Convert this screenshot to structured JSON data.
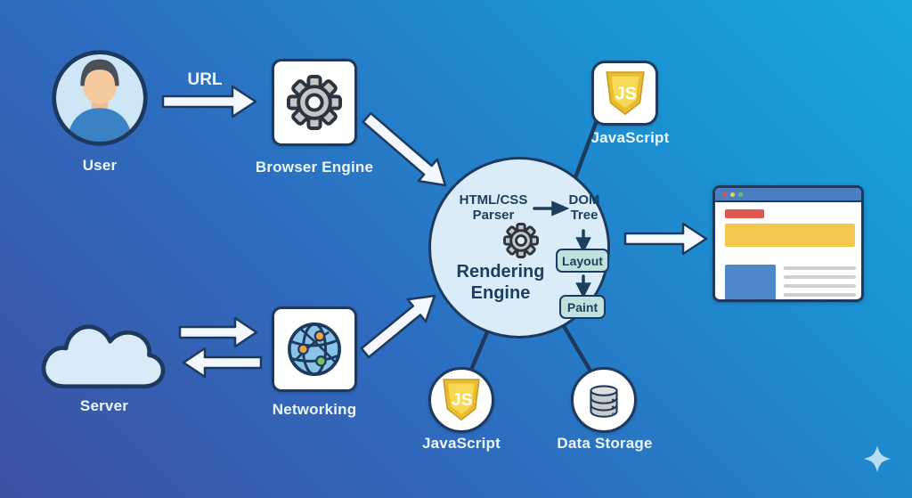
{
  "palette": {
    "background_start": "#3e51a1",
    "background_end": "#16a7de",
    "node_border": "#1d3a5e",
    "node_fill": "#ffffff",
    "renderer_fill": "#d9ecf8",
    "stage_box_fill": "#bfe2dd",
    "label_color": "#eaf6fd",
    "js_badge_yellow": "#edc532",
    "arrow_fill": "#f2f8fc"
  },
  "nodes": {
    "user": {
      "label": "User"
    },
    "browser_engine": {
      "label": "Browser Engine"
    },
    "javascript_top": {
      "label": "JavaScript"
    },
    "server": {
      "label": "Server"
    },
    "networking": {
      "label": "Networking"
    },
    "javascript_bottom": {
      "label": "JavaScript"
    },
    "data_storage": {
      "label": "Data Storage"
    }
  },
  "edges": {
    "url": {
      "label": "URL"
    }
  },
  "rendering_engine": {
    "name": "Rendering Engine",
    "parser": "HTML/CSS Parser",
    "dom_tree": "DOM Tree",
    "layout": "Layout",
    "paint": "Paint"
  },
  "icons": {
    "js_badge_text": "JS"
  }
}
